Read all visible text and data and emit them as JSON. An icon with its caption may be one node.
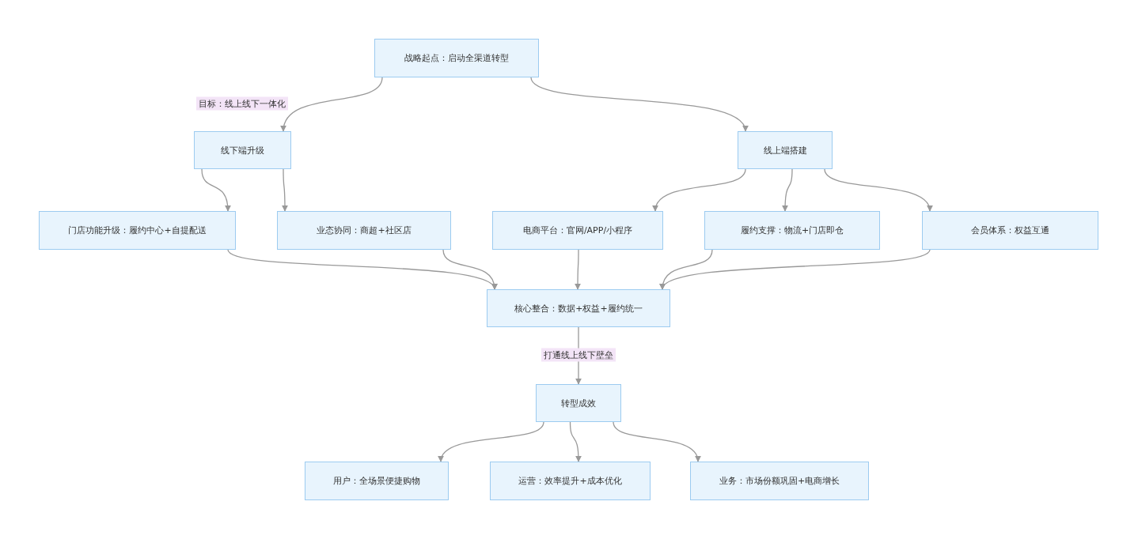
{
  "diagram": {
    "nodes": [
      {
        "text": [
          "战略起点：启动全渠道转型"
        ]
      },
      {
        "text": [
          "线下端升级"
        ]
      },
      {
        "text": [
          "线上端搭建"
        ]
      },
      {
        "text": [
          "门店功能升级：履约中心+自提配送"
        ]
      },
      {
        "text": [
          "业态协同：商超+社区店"
        ]
      },
      {
        "text": [
          "电商平台：官网/APP/小程序"
        ]
      },
      {
        "text": [
          "履约支撑：物流+门店即仓"
        ]
      },
      {
        "text": [
          "会员体系：权益互通"
        ]
      },
      {
        "text": [
          "核心整合：数据+权益+履约统一"
        ]
      },
      {
        "text": [
          "转型成效"
        ]
      },
      {
        "text": [
          "用户：全场景便捷购物"
        ]
      },
      {
        "text": [
          "运营：效率提升+成本优化"
        ]
      },
      {
        "text": [
          "业务：市场份额巩固+电商增长"
        ]
      }
    ],
    "edges": [
      {
        "from": 0,
        "to": 1,
        "arrow": "to",
        "label": "目标：线上线下一体化"
      },
      {
        "from": 0,
        "to": 2,
        "arrow": "to"
      },
      {
        "from": 1,
        "to": 3,
        "arrow": "to"
      },
      {
        "from": 1,
        "to": 4,
        "arrow": "to"
      },
      {
        "from": 2,
        "to": 5,
        "arrow": "to"
      },
      {
        "from": 2,
        "to": 6,
        "arrow": "to"
      },
      {
        "from": 2,
        "to": 7,
        "arrow": "to"
      },
      {
        "from": 3,
        "to": 8,
        "arrow": "to"
      },
      {
        "from": 4,
        "to": 8,
        "arrow": "to"
      },
      {
        "from": 5,
        "to": 8,
        "arrow": "to"
      },
      {
        "from": 6,
        "to": 8,
        "arrow": "to"
      },
      {
        "from": 7,
        "to": 8,
        "arrow": "to"
      },
      {
        "from": 8,
        "to": 9,
        "arrow": "to",
        "label": "打通线上线下壁垒"
      },
      {
        "from": 9,
        "to": 10,
        "arrow": "to"
      },
      {
        "from": 9,
        "to": 11,
        "arrow": "to"
      },
      {
        "from": 9,
        "to": 12,
        "arrow": "to"
      }
    ]
  }
}
